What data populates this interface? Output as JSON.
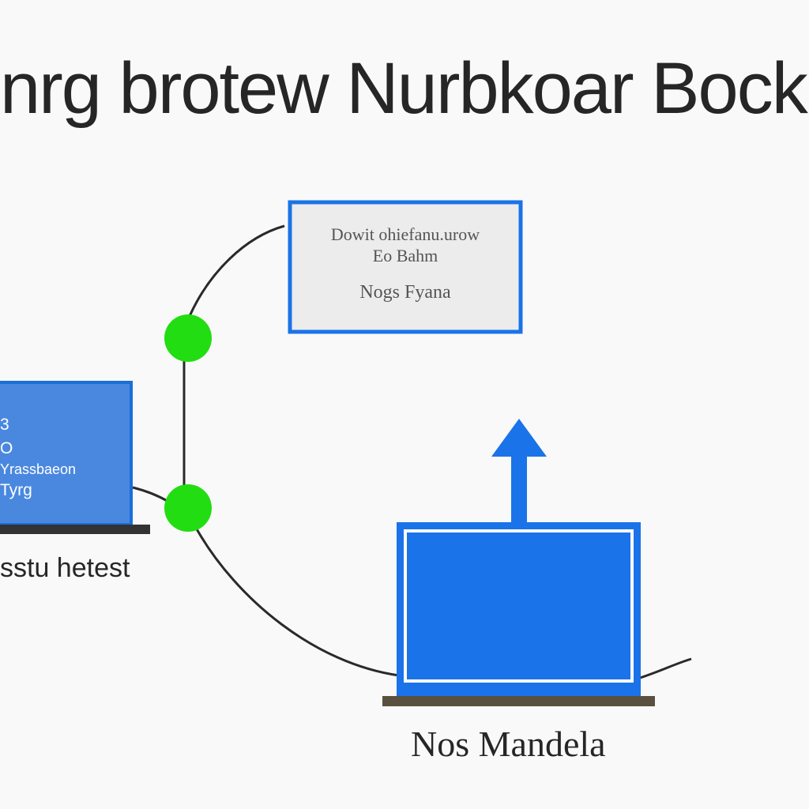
{
  "title": "nrg brotew Nurbkoar Bock|",
  "info_box": {
    "line1": "Dowit ohiefanu.urow",
    "line2": "Eo Bahm",
    "line3": "Nogs Fyana"
  },
  "left_laptop": {
    "lines": [
      "3",
      "O",
      "Yrassbaeon",
      "Tyrg"
    ],
    "label": "sstu hetest"
  },
  "bottom_device": {
    "label": "Nos Mandela"
  },
  "colors": {
    "primary_blue": "#1a73e8",
    "screen_blue": "#4a88e0",
    "node_green": "#22dd11",
    "line": "#2a2a2a",
    "base": "#5a5040",
    "box_fill": "#ececec"
  }
}
